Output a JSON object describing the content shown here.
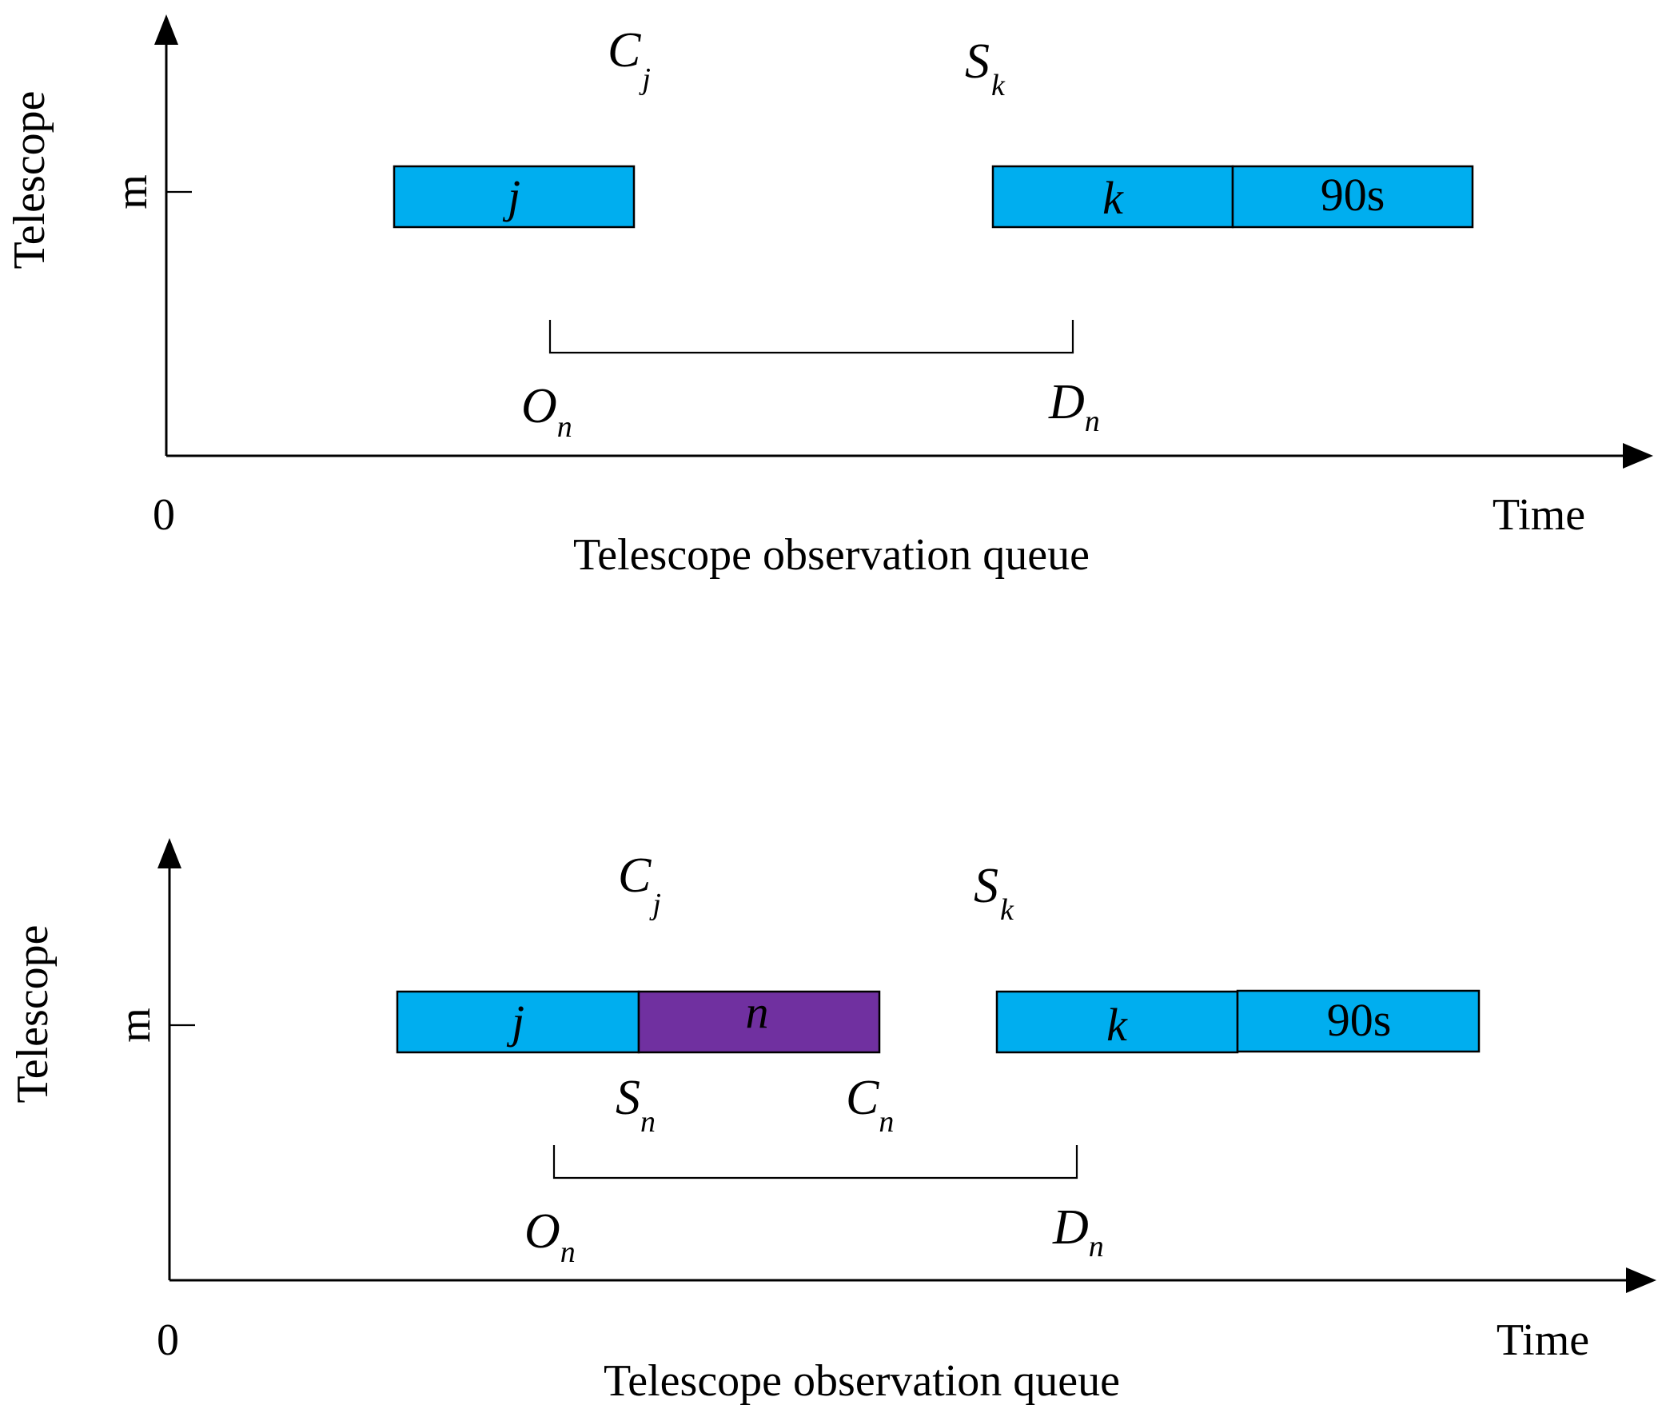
{
  "colors": {
    "block_blue": "#00AEEF",
    "block_purple": "#7030A0",
    "ink": "#000000"
  },
  "panels": [
    {
      "y_axis_title": "Telescope",
      "y_tick": "m",
      "x_origin": "0",
      "x_axis_title": "Time",
      "caption": "Telescope observation queue",
      "markers": [
        {
          "main": "C",
          "sub": "j"
        },
        {
          "main": "S",
          "sub": "k"
        }
      ],
      "blocks": [
        {
          "label": "j",
          "italic": true,
          "color": "#00AEEF"
        },
        {
          "label": "k",
          "italic": true,
          "color": "#00AEEF"
        },
        {
          "label": "90s",
          "italic": false,
          "color": "#00AEEF"
        }
      ],
      "below_labels": [],
      "window": {
        "start": {
          "main": "O",
          "sub": "n"
        },
        "end": {
          "main": "D",
          "sub": "n"
        }
      }
    },
    {
      "y_axis_title": "Telescope",
      "y_tick": "m",
      "x_origin": "0",
      "x_axis_title": "Time",
      "caption": "Telescope observation queue",
      "markers": [
        {
          "main": "C",
          "sub": "j"
        },
        {
          "main": "S",
          "sub": "k"
        }
      ],
      "blocks": [
        {
          "label": "j",
          "italic": true,
          "color": "#00AEEF"
        },
        {
          "label": "n",
          "italic": true,
          "color": "#7030A0"
        },
        {
          "label": "k",
          "italic": true,
          "color": "#00AEEF"
        },
        {
          "label": "90s",
          "italic": false,
          "color": "#00AEEF"
        }
      ],
      "below_labels": [
        {
          "main": "S",
          "sub": "n"
        },
        {
          "main": "C",
          "sub": "n"
        }
      ],
      "window": {
        "start": {
          "main": "O",
          "sub": "n"
        },
        "end": {
          "main": "D",
          "sub": "n"
        }
      }
    }
  ]
}
